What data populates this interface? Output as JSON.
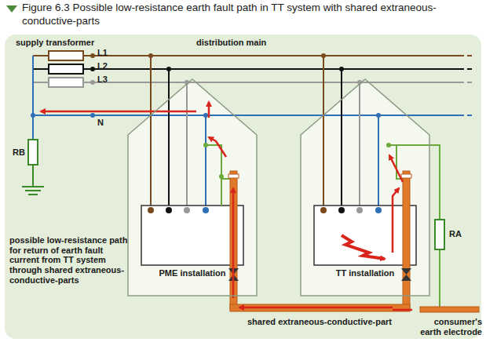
{
  "diagram": {
    "title": "Figure 6.3 Possible low-resistance earth fault path in TT system with shared extraneous-conductive-parts",
    "nodes": [
      {
        "text": [
          "PME installation"
        ]
      },
      {
        "text": [
          "TT installation"
        ]
      }
    ],
    "labels": [
      "supply transformer",
      "distribution main",
      "L1",
      "L2",
      "L3",
      "N",
      "RB",
      "RA",
      "possible low-resistance path for return of earth fault current from TT system through shared extraneous-conductive-parts",
      "shared extraneous-conductive-part",
      "consumer's earth electrode"
    ]
  }
}
